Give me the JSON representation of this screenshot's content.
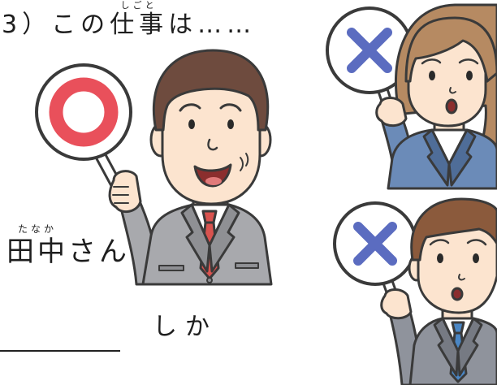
{
  "exercise": {
    "title_before": "3）この",
    "title_kanji": "仕事",
    "title_kanji_reading": "しごと",
    "title_after": "は……"
  },
  "answer": {
    "name_kanji": "田中",
    "name_kanji_reading": "たなか",
    "name_suffix": "さん",
    "particle": "しか"
  },
  "colors": {
    "correct_circle": "#e9505b",
    "wrong_cross": "#5b6cc0",
    "red_tie": "#d9534f",
    "blue_tie": "#4a86c4",
    "woman_suit": "#6b8bb8"
  }
}
